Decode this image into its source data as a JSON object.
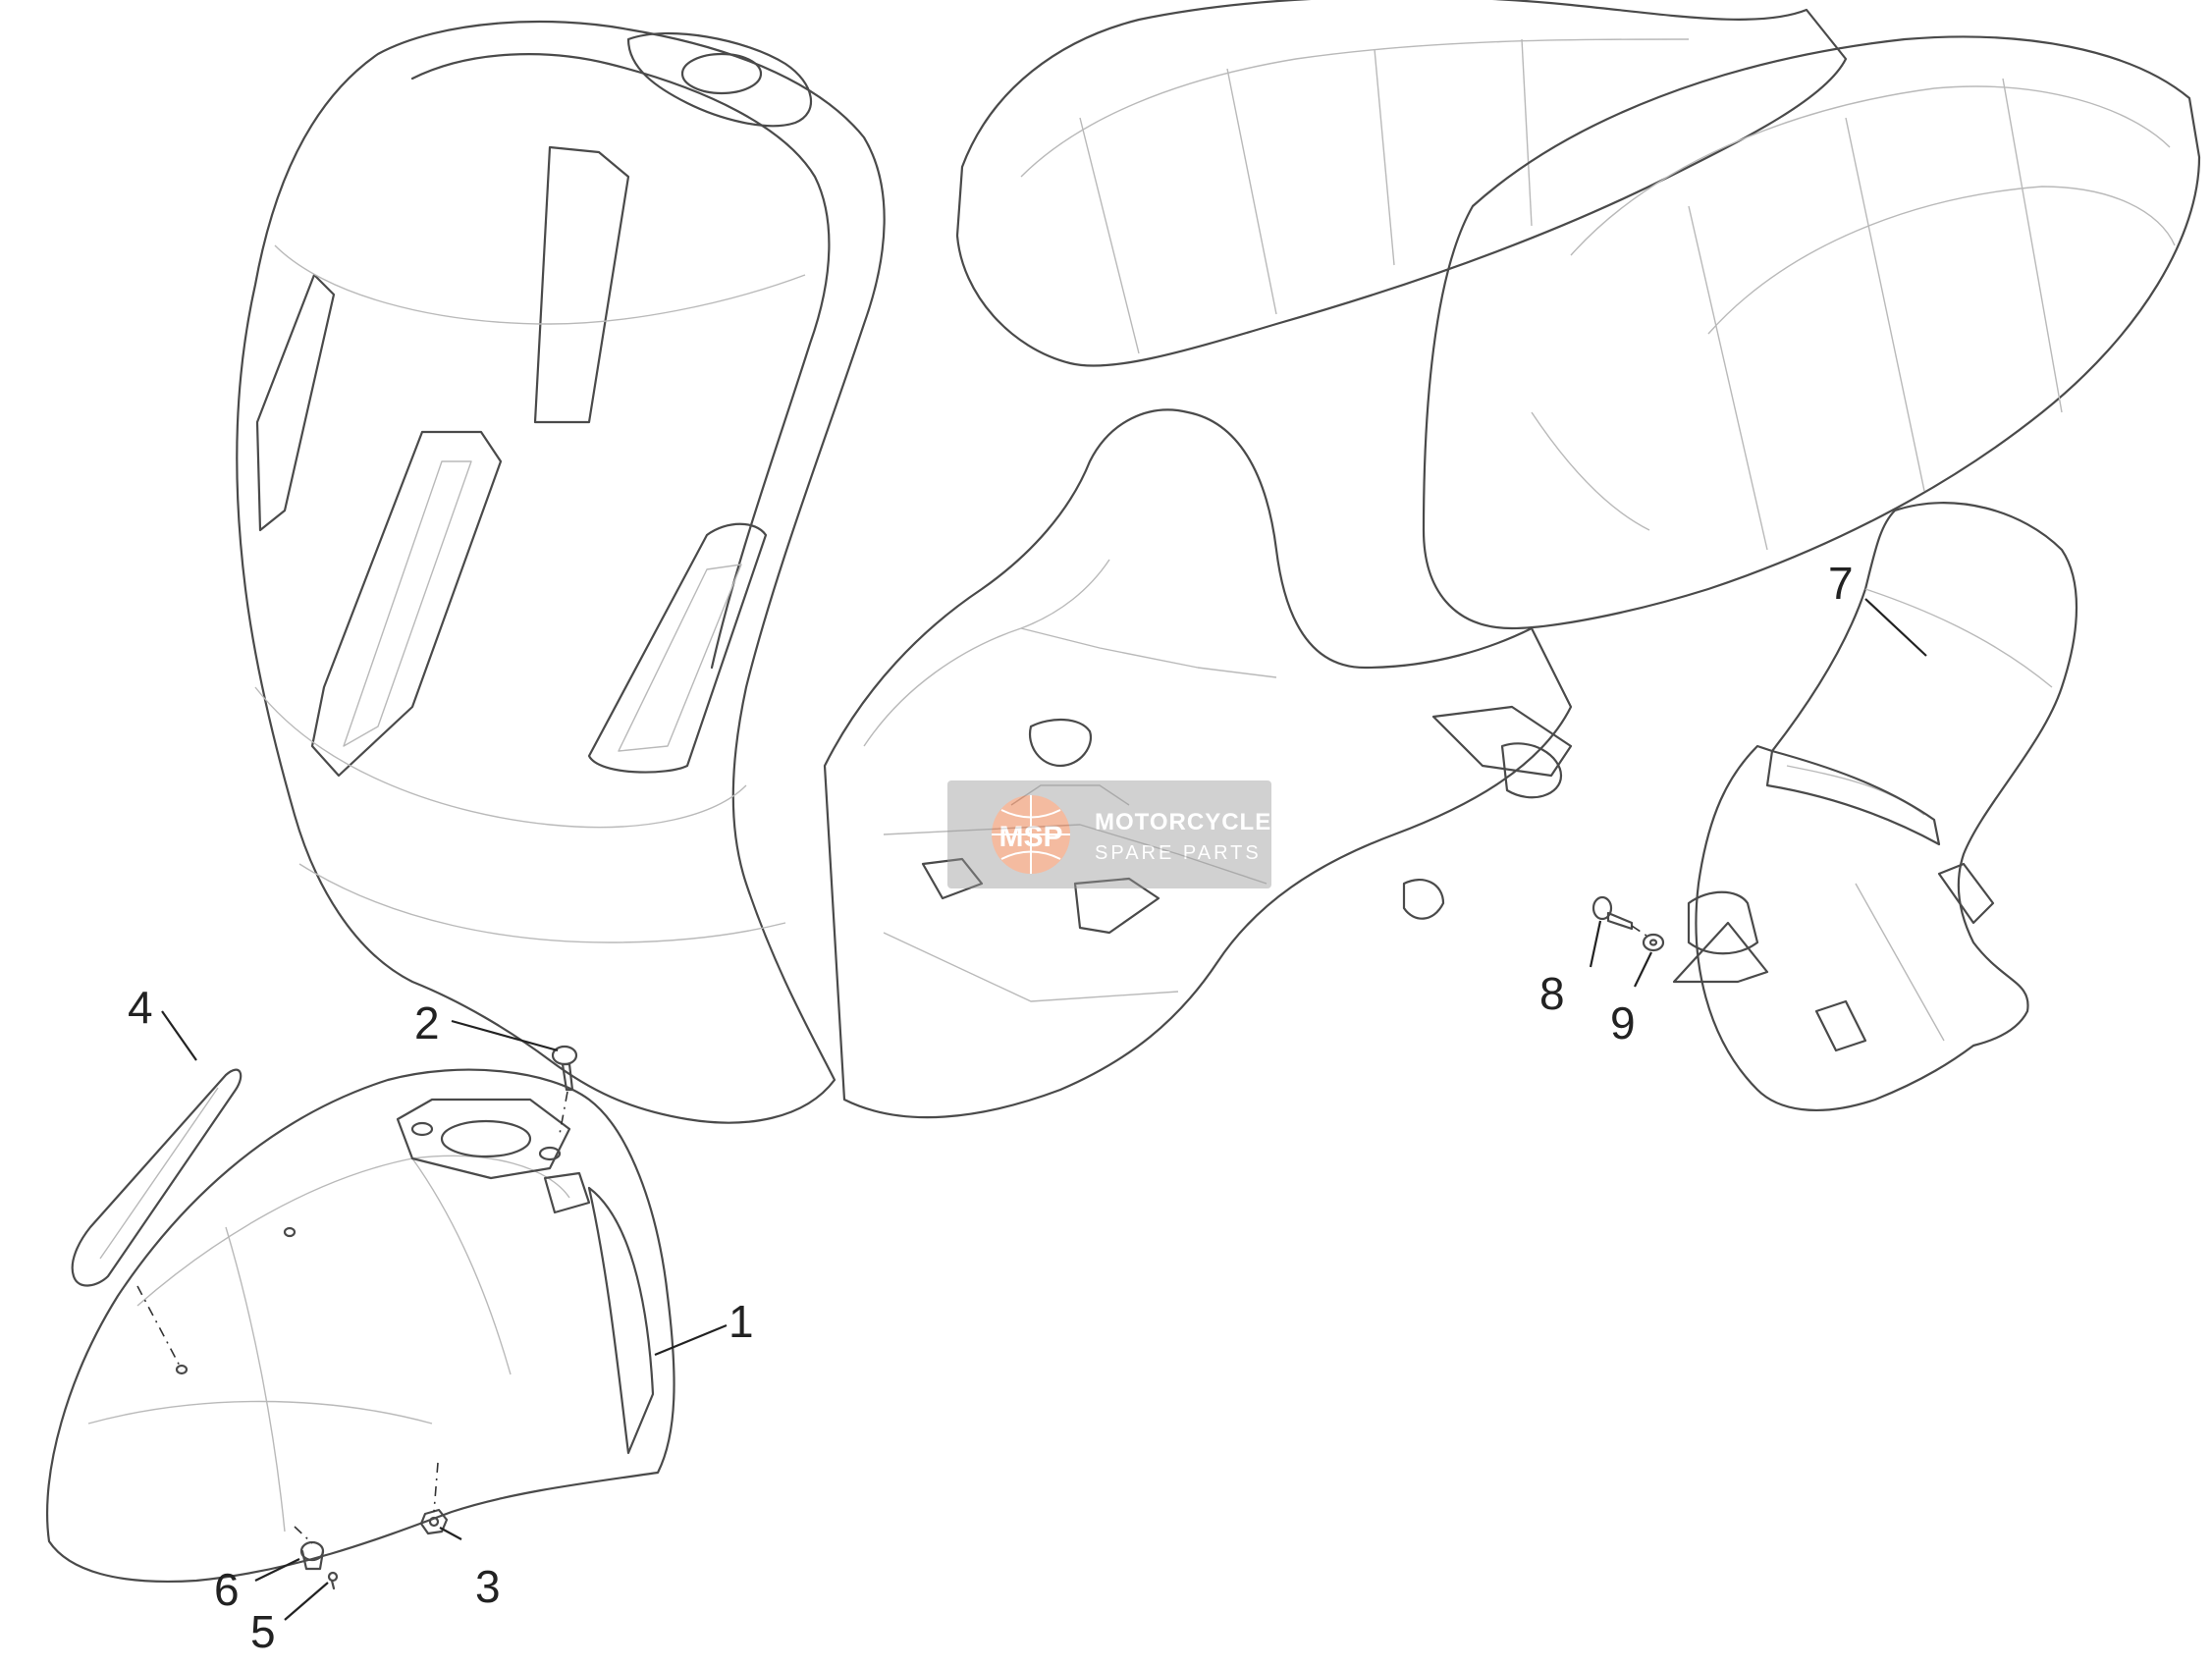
{
  "callouts": [
    {
      "id": "1",
      "label": "1"
    },
    {
      "id": "2",
      "label": "2"
    },
    {
      "id": "3",
      "label": "3"
    },
    {
      "id": "4",
      "label": "4"
    },
    {
      "id": "5",
      "label": "5"
    },
    {
      "id": "6",
      "label": "6"
    },
    {
      "id": "7",
      "label": "7"
    },
    {
      "id": "8",
      "label": "8"
    },
    {
      "id": "9",
      "label": "9"
    }
  ],
  "watermark": {
    "logo": "MSP",
    "title": "MOTORCYCLE",
    "subtitle": "SPARE PARTS",
    "color": "#e8692f"
  },
  "colors": {
    "line": "#4a4a4a",
    "background": "#ffffff"
  }
}
